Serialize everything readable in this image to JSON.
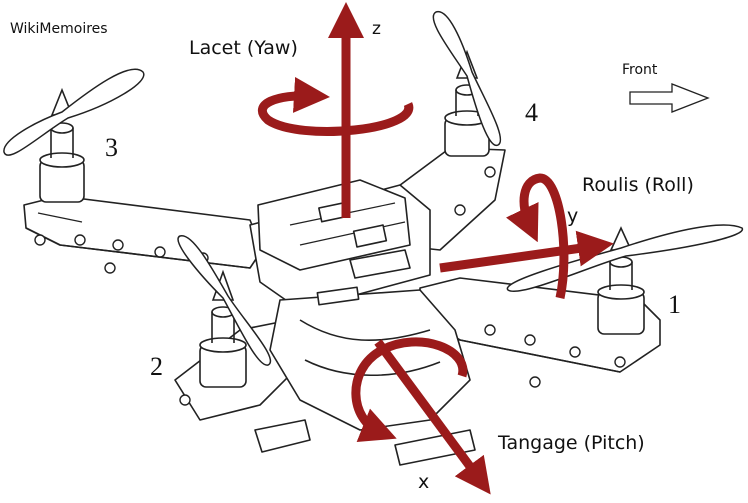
{
  "watermark": "WikiMemoires",
  "front_label": "Front",
  "axes": {
    "z": "z",
    "y": "y",
    "x": "x"
  },
  "rotations": {
    "yaw": "Lacet (Yaw)",
    "roll": "Roulis (Roll)",
    "pitch": "Tangage (Pitch)"
  },
  "motors": {
    "m1": "1",
    "m2": "2",
    "m3": "3",
    "m4": "4"
  },
  "colors": {
    "arrow": "#9b1b1b",
    "line": "#222222",
    "background": "#ffffff"
  },
  "icons": {
    "front_arrow": "outline-right-arrow-icon"
  }
}
